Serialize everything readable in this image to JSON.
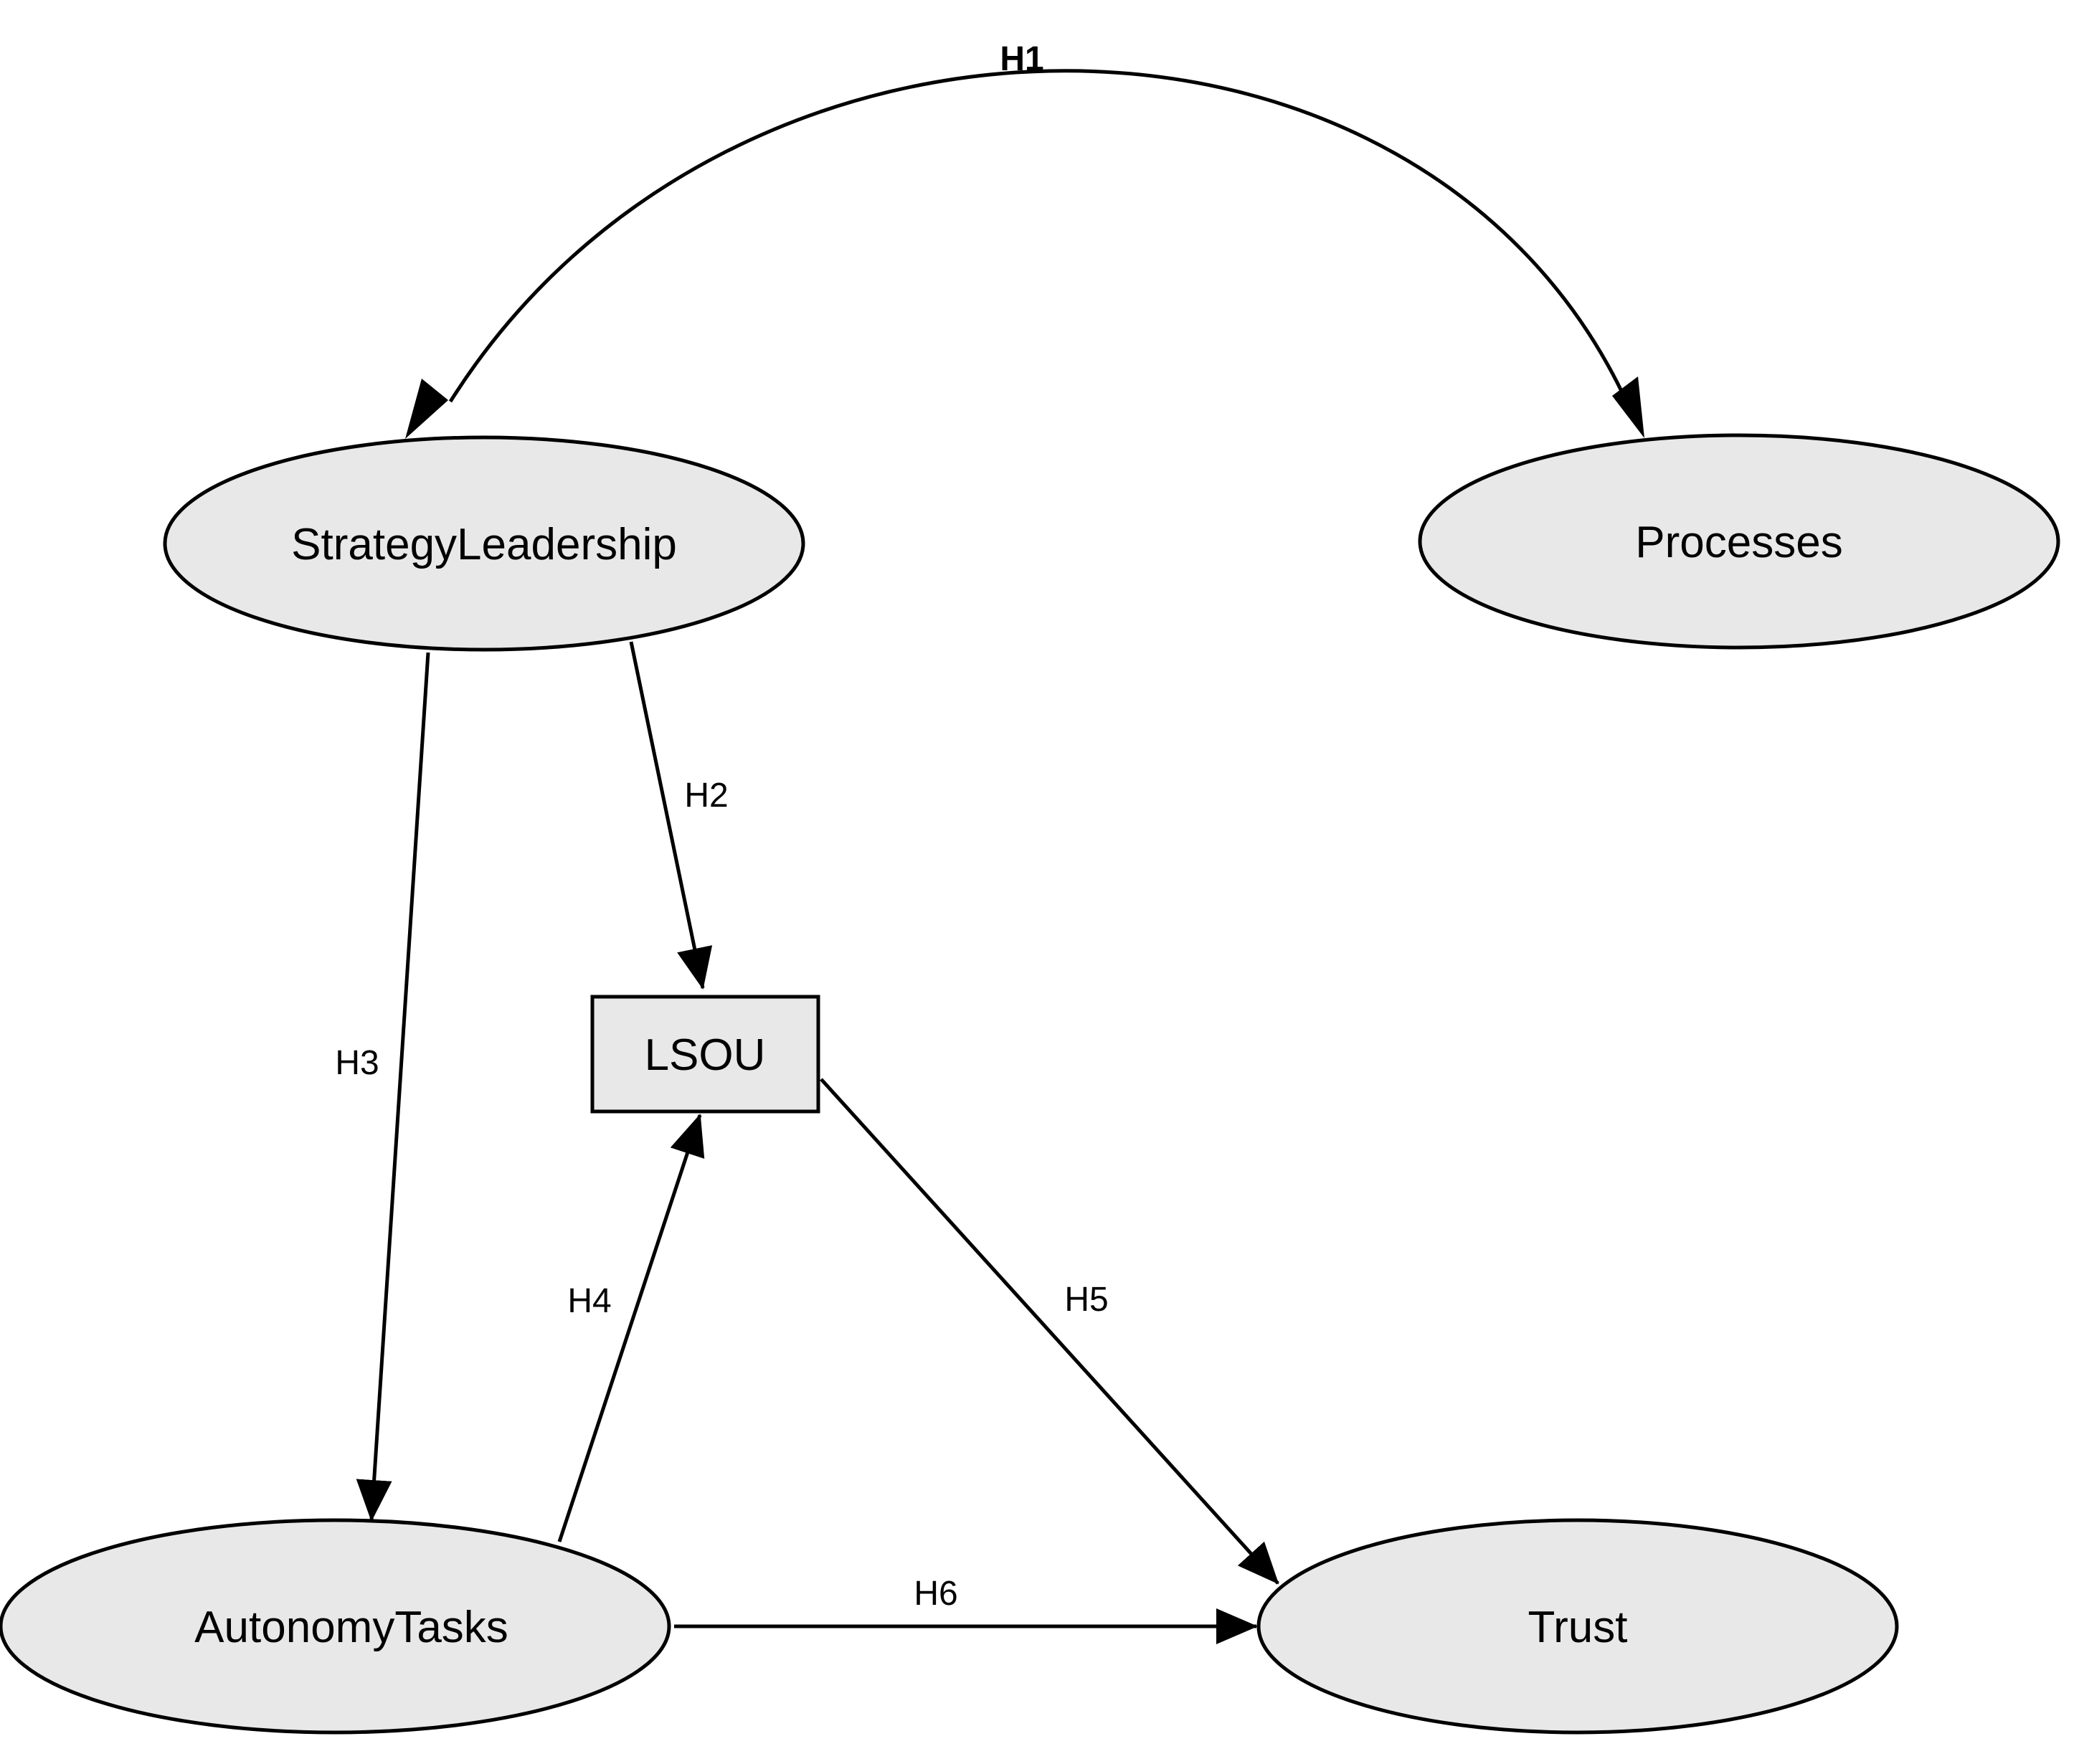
{
  "diagram": {
    "nodes": {
      "strategy_leadership": {
        "label": "StrategyLeadership",
        "shape": "ellipse"
      },
      "processes": {
        "label": "Processes",
        "shape": "ellipse"
      },
      "lsou": {
        "label": "LSOU",
        "shape": "rectangle"
      },
      "autonomy_tasks": {
        "label": "AutonomyTasks",
        "shape": "ellipse"
      },
      "trust": {
        "label": "Trust",
        "shape": "ellipse"
      }
    },
    "edges": {
      "h1": {
        "label": "H1",
        "from": "StrategyLeadership",
        "to": "Processes",
        "direction": "both"
      },
      "h2": {
        "label": "H2",
        "from": "StrategyLeadership",
        "to": "LSOU",
        "direction": "forward"
      },
      "h3": {
        "label": "H3",
        "from": "StrategyLeadership",
        "to": "AutonomyTasks",
        "direction": "forward"
      },
      "h4": {
        "label": "H4",
        "from": "AutonomyTasks",
        "to": "LSOU",
        "direction": "forward"
      },
      "h5": {
        "label": "H5",
        "from": "LSOU",
        "to": "Trust",
        "direction": "forward"
      },
      "h6": {
        "label": "H6",
        "from": "AutonomyTasks",
        "to": "Trust",
        "direction": "forward"
      }
    },
    "colors": {
      "node_fill": "#e8e8e8",
      "stroke": "#000000",
      "background": "#ffffff"
    }
  }
}
